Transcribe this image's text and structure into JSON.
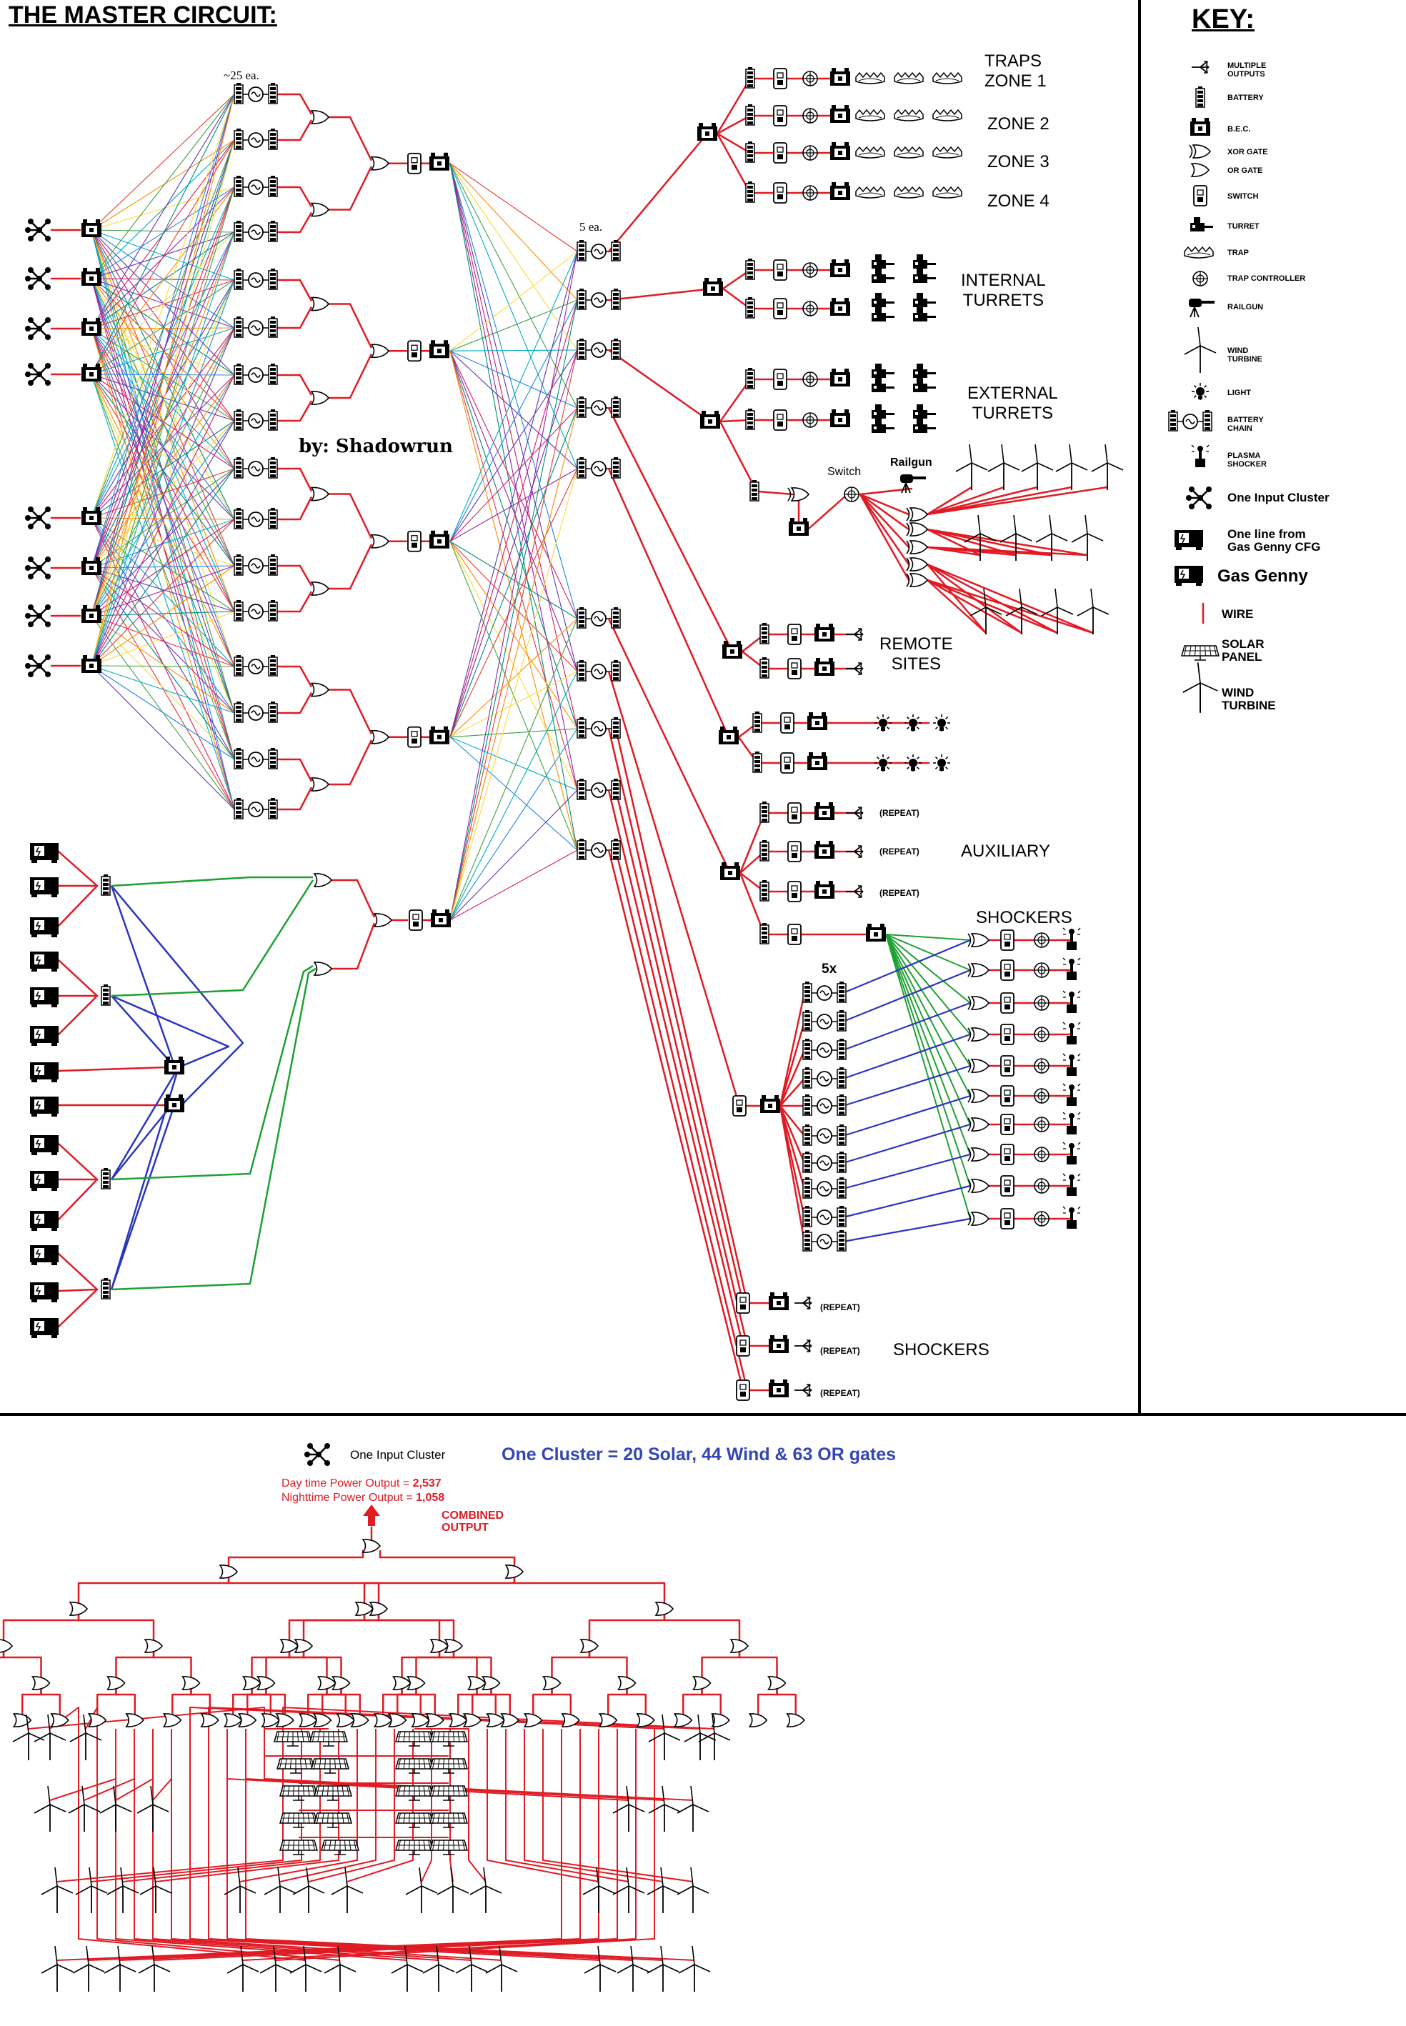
{
  "title": "THE MASTER CIRCUIT:",
  "key_title": "KEY:",
  "author": "by: Shadowrun",
  "counts": {
    "batteries": "~25 ea.",
    "outputs": "5 ea.",
    "five_x": "5x"
  },
  "sections": {
    "traps": "TRAPS",
    "zone1": "ZONE 1",
    "zone2": "ZONE 2",
    "zone3": "ZONE 3",
    "zone4": "ZONE 4",
    "internal_turrets": "INTERNAL\nTURRETS",
    "external_turrets": "EXTERNAL\nTURRETS",
    "switch": "Switch",
    "railgun": "Railgun",
    "remote_sites": "REMOTE\nSITES",
    "auxiliary": "AUXILIARY",
    "shockers_top": "SHOCKERS",
    "shockers_bottom": "SHOCKERS",
    "repeat": "(REPEAT)"
  },
  "key": [
    {
      "icon": "multiple-outputs-icon",
      "label": "MULTIPLE\nOUTPUTS"
    },
    {
      "icon": "battery-icon",
      "label": "BATTERY"
    },
    {
      "icon": "bec-icon",
      "label": "B.E.C."
    },
    {
      "icon": "xor-gate-icon",
      "label": "XOR GATE"
    },
    {
      "icon": "or-gate-icon",
      "label": "OR GATE"
    },
    {
      "icon": "switch-icon",
      "label": "SWITCH"
    },
    {
      "icon": "turret-icon",
      "label": "TURRET"
    },
    {
      "icon": "trap-icon",
      "label": "TRAP"
    },
    {
      "icon": "trap-controller-icon",
      "label": "TRAP CONTROLLER"
    },
    {
      "icon": "railgun-icon",
      "label": "RAILGUN"
    },
    {
      "icon": "wind-turbine-icon",
      "label": "WIND\nTURBINE"
    },
    {
      "icon": "light-icon",
      "label": "LIGHT"
    },
    {
      "icon": "battery-chain-icon",
      "label": "BATTERY\nCHAIN"
    },
    {
      "icon": "plasma-shocker-icon",
      "label": "PLASMA\nSHOCKER"
    },
    {
      "icon": "input-cluster-icon",
      "label": "One Input Cluster"
    },
    {
      "icon": "gas-genny-cfg-icon",
      "label": "One line from\nGas Genny CFG"
    },
    {
      "icon": "gas-genny-icon",
      "label": "Gas Genny"
    },
    {
      "icon": "wire-icon",
      "label": "WIRE"
    },
    {
      "icon": "solar-panel-icon",
      "label": "SOLAR\nPANEL"
    },
    {
      "icon": "wind-turbine-icon",
      "label": "WIND\nTURBINE"
    }
  ],
  "cluster": {
    "label": "One Input Cluster",
    "summary": "One Cluster = 20 Solar, 44 Wind & 63 OR gates",
    "day_label": "Day time  Power Output = ",
    "day_value": "2,537",
    "night_label": "Nighttime Power Output = ",
    "night_value": "1,058",
    "combined": "COMBINED\nOUTPUT"
  },
  "colors": {
    "wire": "#e01b24",
    "green": "#1fa032",
    "blue": "#2a35c0",
    "summary": "#3345b8"
  }
}
